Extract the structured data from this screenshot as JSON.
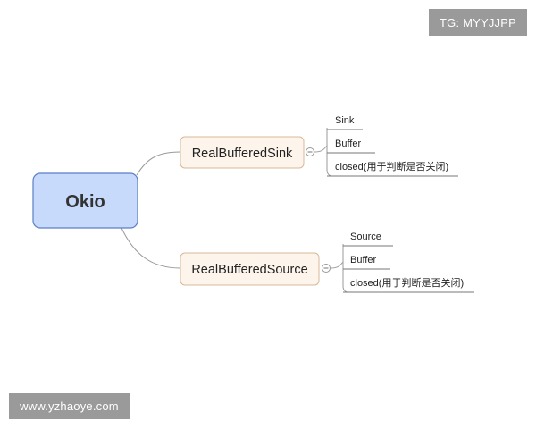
{
  "mindmap": {
    "root": "Okio",
    "branches": [
      {
        "label": "RealBufferedSink",
        "children": [
          "Sink",
          "Buffer",
          "closed(用于判断是否关闭)"
        ]
      },
      {
        "label": "RealBufferedSource",
        "children": [
          "Source",
          "Buffer",
          "closed(用于判断是否关闭)"
        ]
      }
    ]
  },
  "watermarks": {
    "top_right": "TG: MYYJJPP",
    "bottom_left": "www.yzhaoye.com"
  },
  "colors": {
    "root_fill": "#c7dafc",
    "root_stroke": "#5a7fc6",
    "branch_fill": "#fdf4ec",
    "branch_stroke": "#d8b89a",
    "connector": "#9a9a9a",
    "leaf_underline": "#777777",
    "watermark_bg": "#9a9a9a"
  }
}
